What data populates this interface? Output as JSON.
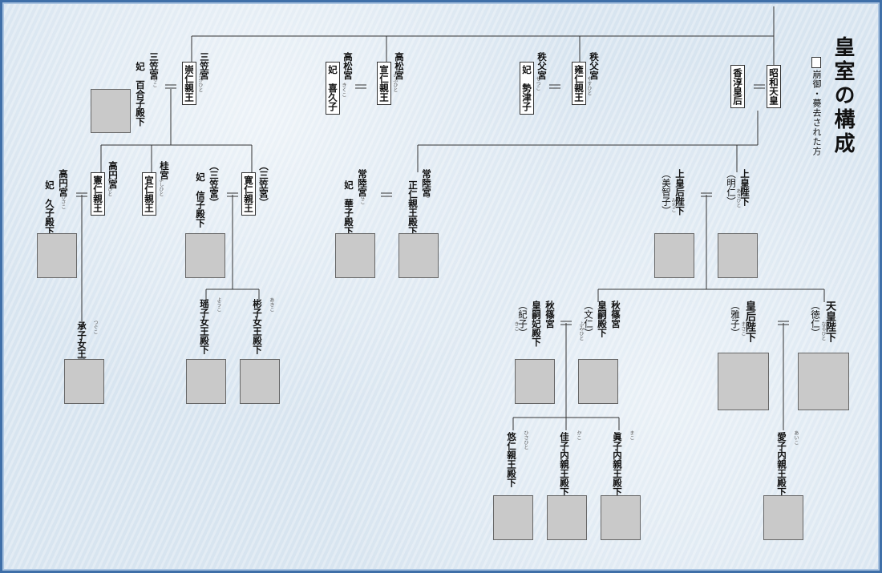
{
  "title": "皇室の構成",
  "legend": "崩御・薨去された方",
  "members": {
    "showa": [
      "昭和天皇"
    ],
    "kojun": [
      "香淳皇后"
    ],
    "chichibu": [
      "秩父宮",
      "雍仁親王"
    ],
    "chichibu_wife": [
      "秩父宮",
      "妃　勢津子"
    ],
    "takamatsu": [
      "高松宮",
      "宣仁親王"
    ],
    "takamatsu_wife": [
      "高松宮",
      "妃　喜久子"
    ],
    "mikasa": [
      "三笠宮",
      "崇仁親王"
    ],
    "mikasa_wife": [
      "三笠宮",
      "妃　百合子殿下"
    ],
    "tomohito": [
      "（三笠宮）",
      "寛仁親王"
    ],
    "nobuko": [
      "（三笠宮）",
      "妃　信子殿下"
    ],
    "katsura": [
      "桂宮",
      "宜仁親王"
    ],
    "takamado": [
      "高円宮",
      "憲仁親王"
    ],
    "hisako": [
      "高円宮",
      "妃　久子殿下"
    ],
    "akiko": [
      "彬子女王殿下"
    ],
    "yoko": [
      "瑶子女王殿下"
    ],
    "tsuguko": [
      "承子女王殿下"
    ],
    "hitachi": [
      "常陸宮",
      "正仁親王殿下"
    ],
    "hanako": [
      "常陸宮",
      "妃　華子殿下"
    ],
    "akihito": [
      "上皇陛下",
      "（明仁）"
    ],
    "michiko": [
      "上皇后陛下",
      "（美智子）"
    ],
    "naruhito": [
      "天皇陛下",
      "（徳仁）"
    ],
    "masako": [
      "皇后陛下",
      "（雅子）"
    ],
    "fumihito": [
      "秋篠宮",
      "皇嗣殿下",
      "（文仁）"
    ],
    "kiko": [
      "秋篠宮",
      "皇嗣妃殿下",
      "（紀子）"
    ],
    "aiko": [
      "愛子内親王殿下"
    ],
    "mako": [
      "眞子内親王殿下"
    ],
    "kako": [
      "佳子内親王殿下"
    ],
    "hisahito": [
      "悠仁親王殿下"
    ]
  },
  "ruby": {
    "chichibu": "やすひと",
    "chichibu_wife": "せつこ",
    "takamatsu": "のぶひと",
    "takamatsu_wife": "きくこ",
    "mikasa": "たかひと",
    "mikasa_wife": "ゆりこ",
    "tomohito": "ともひと",
    "nobuko": "のぶこ",
    "katsura": "よしひと",
    "takamado": "のりひと",
    "hisako": "ひさこ",
    "akiko": "あきこ",
    "yoko": "ようこ",
    "tsuguko": "つぐこ",
    "hitachi": "まさひと",
    "hanako": "はなこ",
    "akihito": "あきひと",
    "michiko": "みちこ",
    "naruhito": "なるひと",
    "masako": "まさこ",
    "fumihito": "ふみひと",
    "kiko": "きこ",
    "aiko": "あいこ",
    "mako": "まこ",
    "kako": "かこ",
    "hisahito": "ひさひと"
  }
}
